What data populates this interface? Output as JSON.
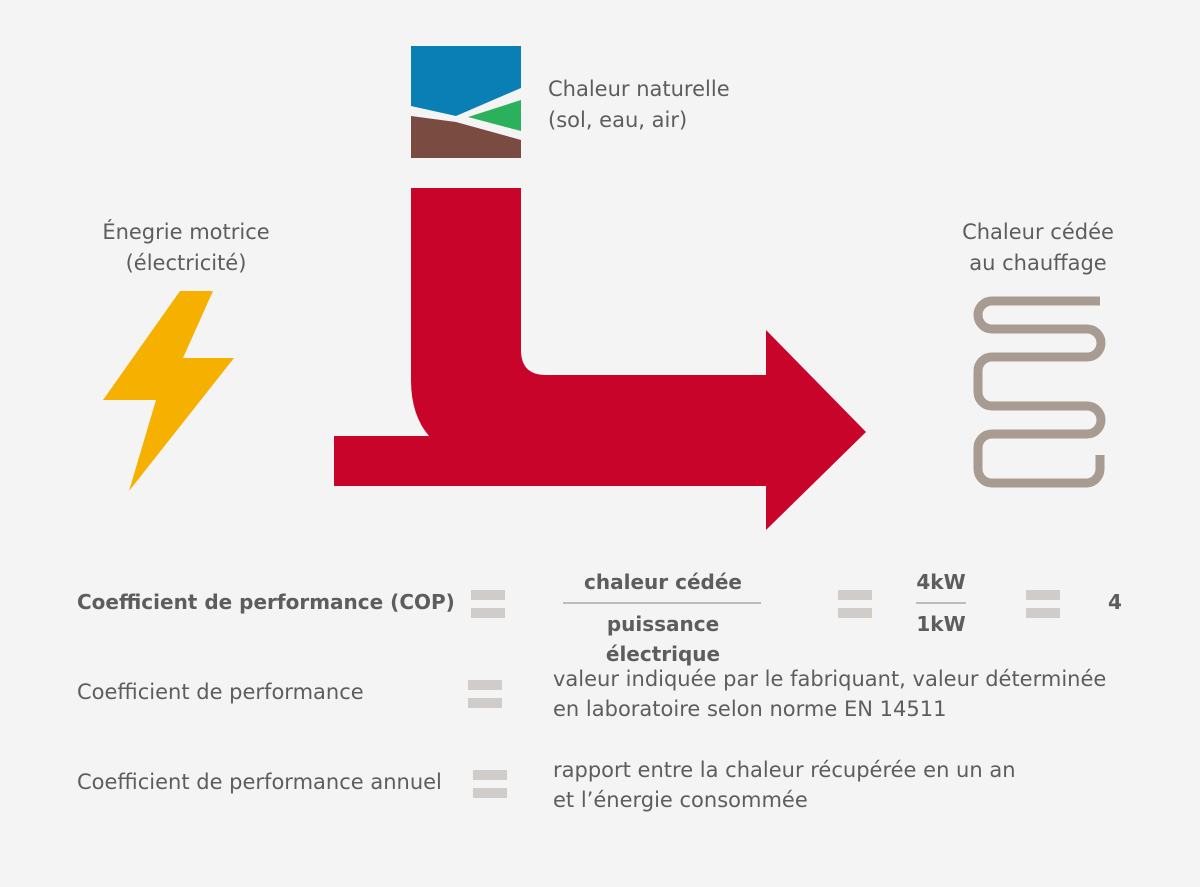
{
  "labels": {
    "natural_heat_line1": "Chaleur naturelle",
    "natural_heat_line2": "(sol, eau, air)",
    "drive_energy_line1": "Énegrie motrice",
    "drive_energy_line2": "(électricité)",
    "heat_output_line1": "Chaleur cédée",
    "heat_output_line2": "au chauffage"
  },
  "icons": {
    "ground_water_air": "ground-water-air-icon",
    "lightning": "lightning-icon",
    "radiator_coil": "radiator-coil-icon",
    "flow_arrow": "flow-arrow"
  },
  "colors": {
    "arrow": "#c8042a",
    "lightning": "#f5b000",
    "water": "#0a7fb6",
    "grass": "#2bb05c",
    "soil": "#7a4b41",
    "coil": "#a79b92",
    "equals": "#d0ccca",
    "text": "#5d5d5d",
    "background": "#f4f4f4"
  },
  "formula": {
    "cop_label": "Coefficient de performance (COP)",
    "fraction1_numerator": "chaleur cédée",
    "fraction1_denominator": "puissance électrique",
    "fraction2_numerator": "4kW",
    "fraction2_denominator": "1kW",
    "result": "4"
  },
  "definitions": [
    {
      "term": "Coefficient de performance",
      "line1": "valeur indiquée par le fabriquant, valeur déterminée",
      "line2": "en laboratoire selon norme EN 14511"
    },
    {
      "term": "Coefficient de performance annuel",
      "line1": "rapport entre la chaleur récupérée en un an",
      "line2": "et l’énergie consommée"
    }
  ]
}
